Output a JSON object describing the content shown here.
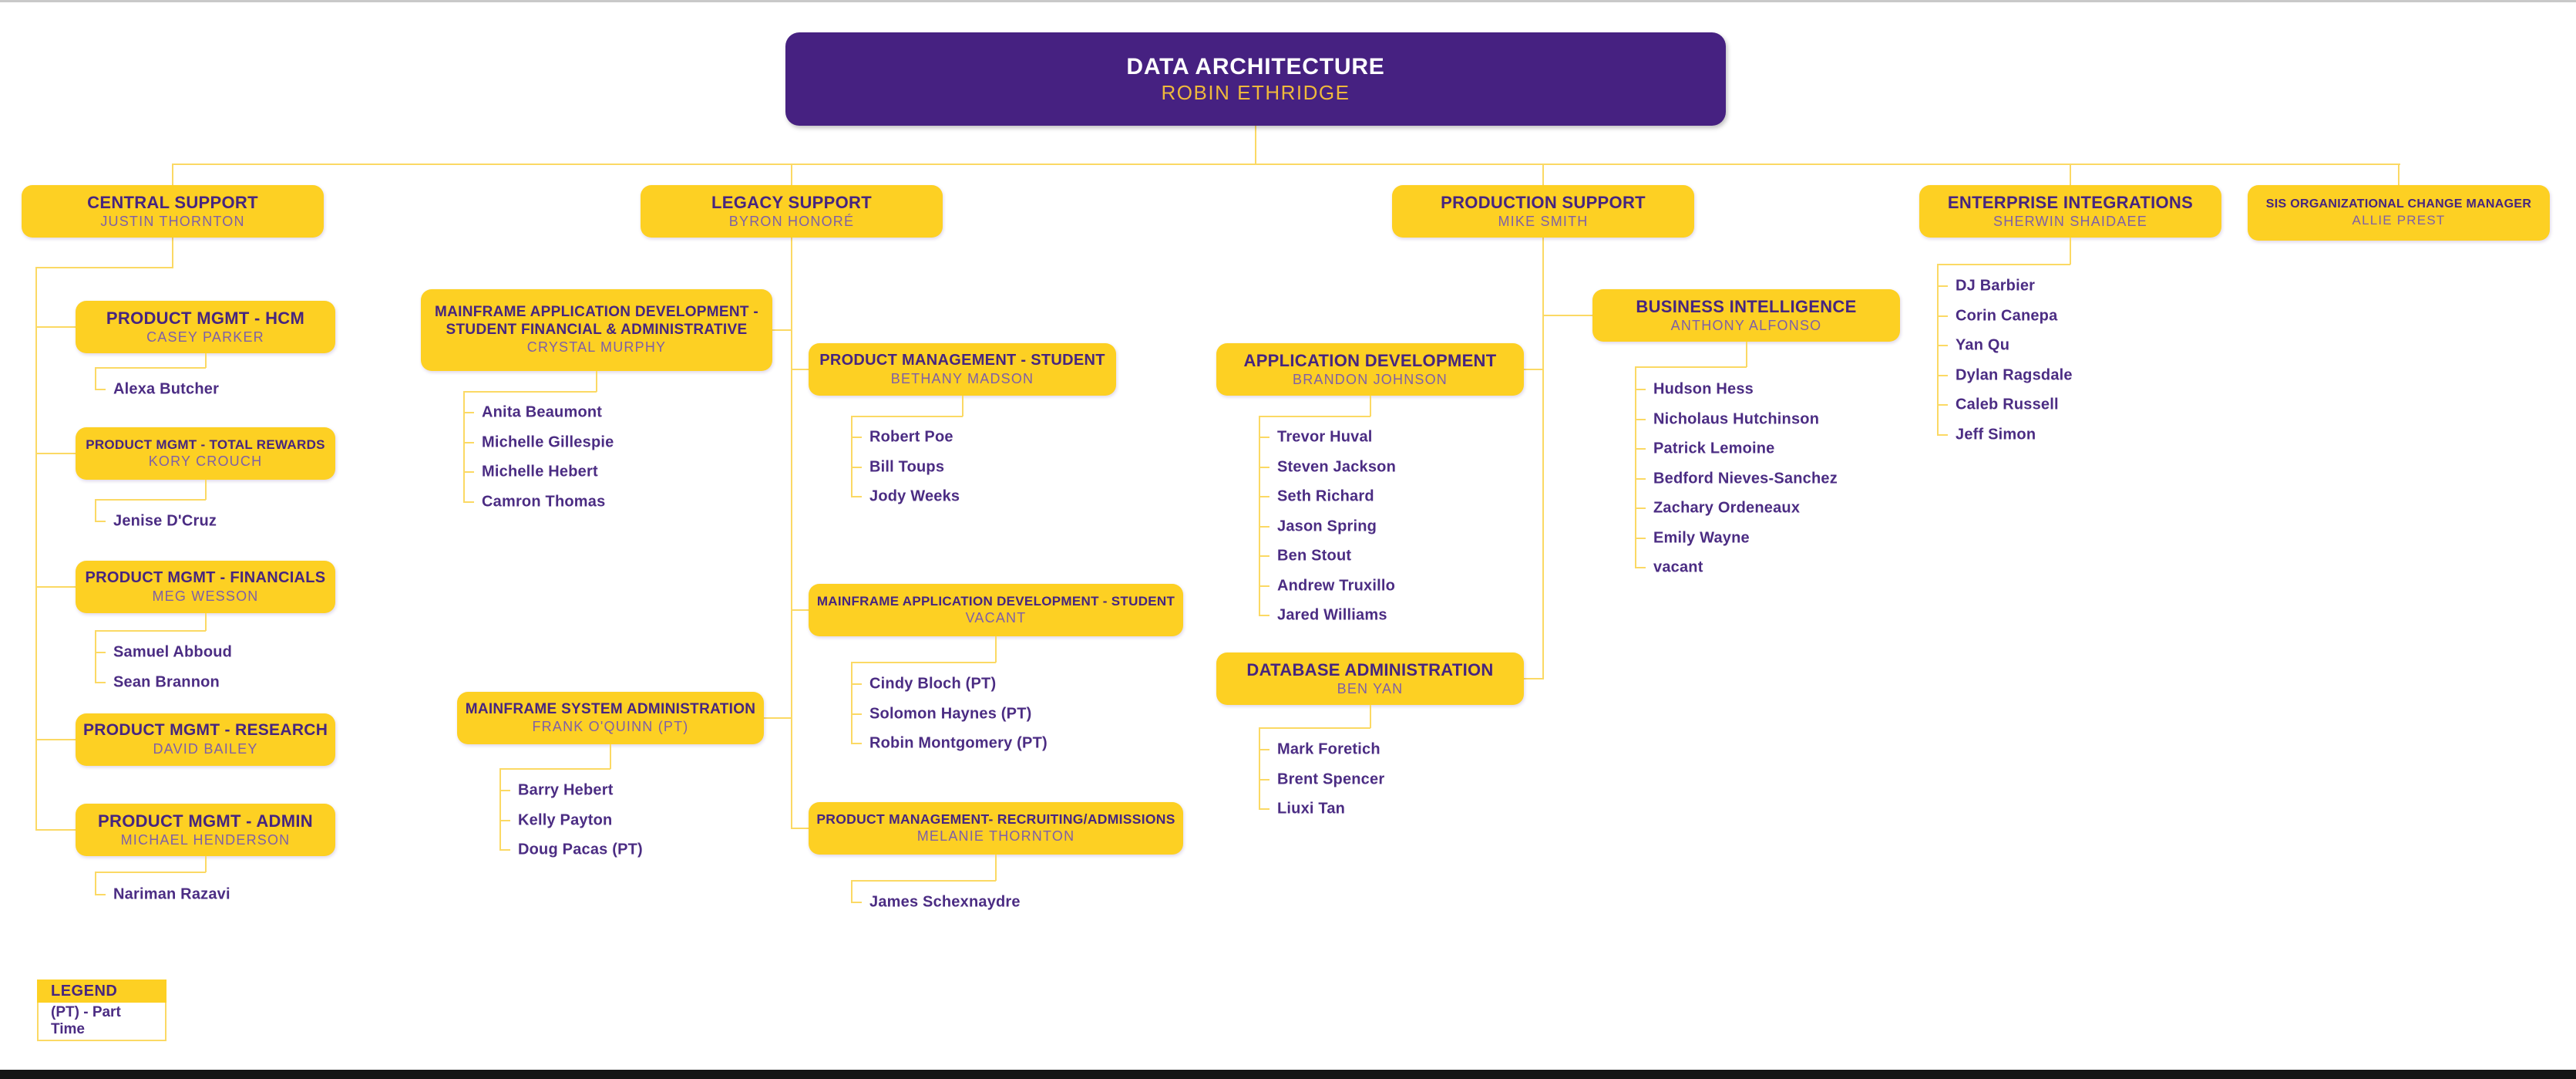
{
  "page": {
    "background": "#ffffff",
    "top_border_color": "#c9c9c9",
    "bottom_bar_color": "#151515"
  },
  "colors": {
    "box_gold": "#FDD023",
    "banner_purple": "#462181",
    "title_purple": "#46257F",
    "manager_name_purple": "#7E5FA8",
    "member_purple": "#4B2C83",
    "connector_gold": "#FBD964",
    "banner_name_gold": "#EFB93B"
  },
  "root": {
    "title": "DATA ARCHITECTURE",
    "name": "ROBIN ETHRIDGE"
  },
  "legend": {
    "title": "LEGEND",
    "note": "(PT) - Part Time"
  },
  "departments": [
    {
      "id": "central",
      "title": "CENTRAL SUPPORT",
      "name": "JUSTIN THORNTON",
      "members": []
    },
    {
      "id": "legacy",
      "title": "LEGACY SUPPORT",
      "name": "BYRON HONORÉ",
      "members": []
    },
    {
      "id": "production",
      "title": "PRODUCTION SUPPORT",
      "name": "MIKE SMITH",
      "members": []
    },
    {
      "id": "enterprise",
      "title": "ENTERPRISE INTEGRATIONS",
      "name": "SHERWIN SHAIDAEE",
      "members": [
        "DJ Barbier",
        "Corin Canepa",
        "Yan Qu",
        "Dylan Ragsdale",
        "Caleb Russell",
        "Jeff Simon"
      ]
    },
    {
      "id": "sis",
      "title": "SIS ORGANIZATIONAL CHANGE MANAGER",
      "name": "ALLIE PREST",
      "members": []
    },
    {
      "id": "hcm",
      "title": "PRODUCT MGMT - HCM",
      "name": "CASEY PARKER",
      "members": [
        "Alexa Butcher"
      ]
    },
    {
      "id": "rewards",
      "title": "PRODUCT MGMT - TOTAL REWARDS",
      "name": "KORY CROUCH",
      "members": [
        "Jenise D'Cruz"
      ]
    },
    {
      "id": "financials",
      "title": "PRODUCT MGMT - FINANCIALS",
      "name": "MEG WESSON",
      "members": [
        "Samuel Abboud",
        "Sean Brannon"
      ]
    },
    {
      "id": "research",
      "title": "PRODUCT MGMT - RESEARCH",
      "name": "DAVID BAILEY",
      "members": []
    },
    {
      "id": "admin",
      "title": "PRODUCT MGMT - ADMIN",
      "name": "MICHAEL HENDERSON",
      "members": [
        "Nariman Razavi"
      ]
    },
    {
      "id": "madsfa",
      "title": "MAINFRAME APPLICATION DEVELOPMENT -\nSTUDENT FINANCIAL & ADMINISTRATIVE",
      "name": "CRYSTAL MURPHY",
      "members": [
        "Anita Beaumont",
        "Michelle Gillespie",
        "Michelle Hebert",
        "Camron Thomas"
      ]
    },
    {
      "id": "pmstudent",
      "title": "PRODUCT MANAGEMENT - STUDENT",
      "name": "BETHANY MADSON",
      "members": [
        "Robert Poe",
        "Bill Toups",
        "Jody Weeks"
      ]
    },
    {
      "id": "msa",
      "title": "MAINFRAME SYSTEM ADMINISTRATION",
      "name": "FRANK O'QUINN (PT)",
      "members": [
        "Barry Hebert",
        "Kelly Payton",
        "Doug Pacas (PT)"
      ]
    },
    {
      "id": "madstudent",
      "title": "MAINFRAME APPLICATION DEVELOPMENT - STUDENT",
      "name": "VACANT",
      "members": [
        "Cindy Bloch (PT)",
        "Solomon Haynes (PT)",
        "Robin Montgomery (PT)"
      ]
    },
    {
      "id": "pmrecruit",
      "title": "PRODUCT MANAGEMENT- RECRUITING/ADMISSIONS",
      "name": "MELANIE THORNTON",
      "members": [
        "James Schexnaydre"
      ]
    },
    {
      "id": "appdev",
      "title": "APPLICATION DEVELOPMENT",
      "name": "BRANDON JOHNSON",
      "members": [
        "Trevor Huval",
        "Steven Jackson",
        "Seth Richard",
        "Jason Spring",
        "Ben Stout",
        "Andrew Truxillo",
        "Jared Williams"
      ]
    },
    {
      "id": "bi",
      "title": "BUSINESS INTELLIGENCE",
      "name": "ANTHONY ALFONSO",
      "members": [
        "Hudson Hess",
        "Nicholaus Hutchinson",
        "Patrick Lemoine",
        "Bedford Nieves-Sanchez",
        "Zachary Ordeneaux",
        "Emily Wayne",
        "vacant"
      ]
    },
    {
      "id": "dbadmin",
      "title": "DATABASE ADMINISTRATION",
      "name": "BEN YAN",
      "members": [
        "Mark Foretich",
        "Brent Spencer",
        "Liuxi Tan"
      ]
    }
  ]
}
